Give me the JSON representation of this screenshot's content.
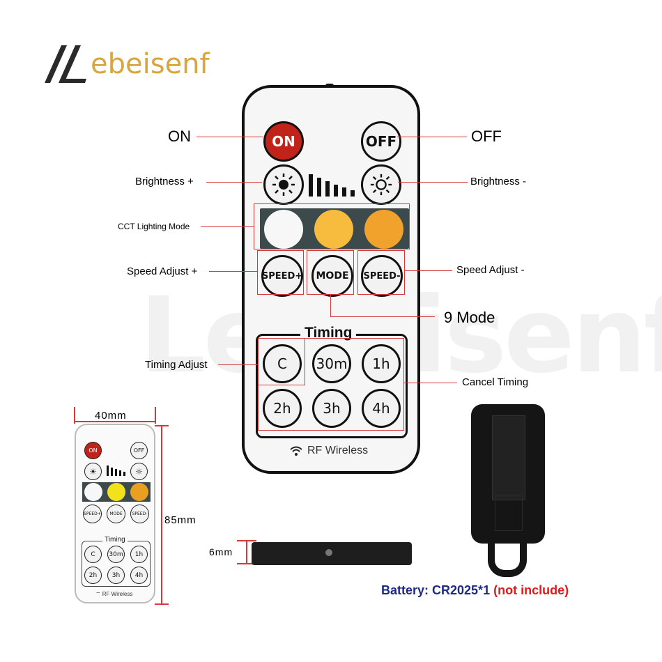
{
  "brand": {
    "name": "Lebeisenf",
    "text": "ebeisenf",
    "accent": "#d9a53c"
  },
  "remote": {
    "on_label": "ON",
    "off_label": "OFF",
    "speed_plus": "SPEED+",
    "mode": "MODE",
    "speed_minus": "SPEED-",
    "timing_title": "Timing",
    "timing_buttons": [
      "C",
      "30m",
      "1h",
      "2h",
      "3h",
      "4h"
    ],
    "footer": "RF Wireless",
    "cct_colors": [
      "#f7f7f7",
      "#f7bc3d",
      "#f0a22c"
    ]
  },
  "annotations": {
    "on": "ON",
    "off": "OFF",
    "brightness_plus": "Brightness +",
    "brightness_minus": "Brightness -",
    "cct": "CCT Lighting Mode",
    "speed_plus": "Speed Adjust +",
    "speed_minus": "Speed Adjust -",
    "nine_mode": "9 Mode",
    "timing_adjust": "Timing Adjust",
    "cancel_timing": "Cancel Timing"
  },
  "dimensions": {
    "width": "40mm",
    "height": "85mm",
    "thickness": "6mm"
  },
  "battery": {
    "label": "Battery: CR2025*1",
    "note": "(not include)",
    "label_color": "#1c2a86",
    "note_color": "#e0191b"
  },
  "colors": {
    "annotation_line": "#d43a3a",
    "on_button": "#c0231a"
  }
}
